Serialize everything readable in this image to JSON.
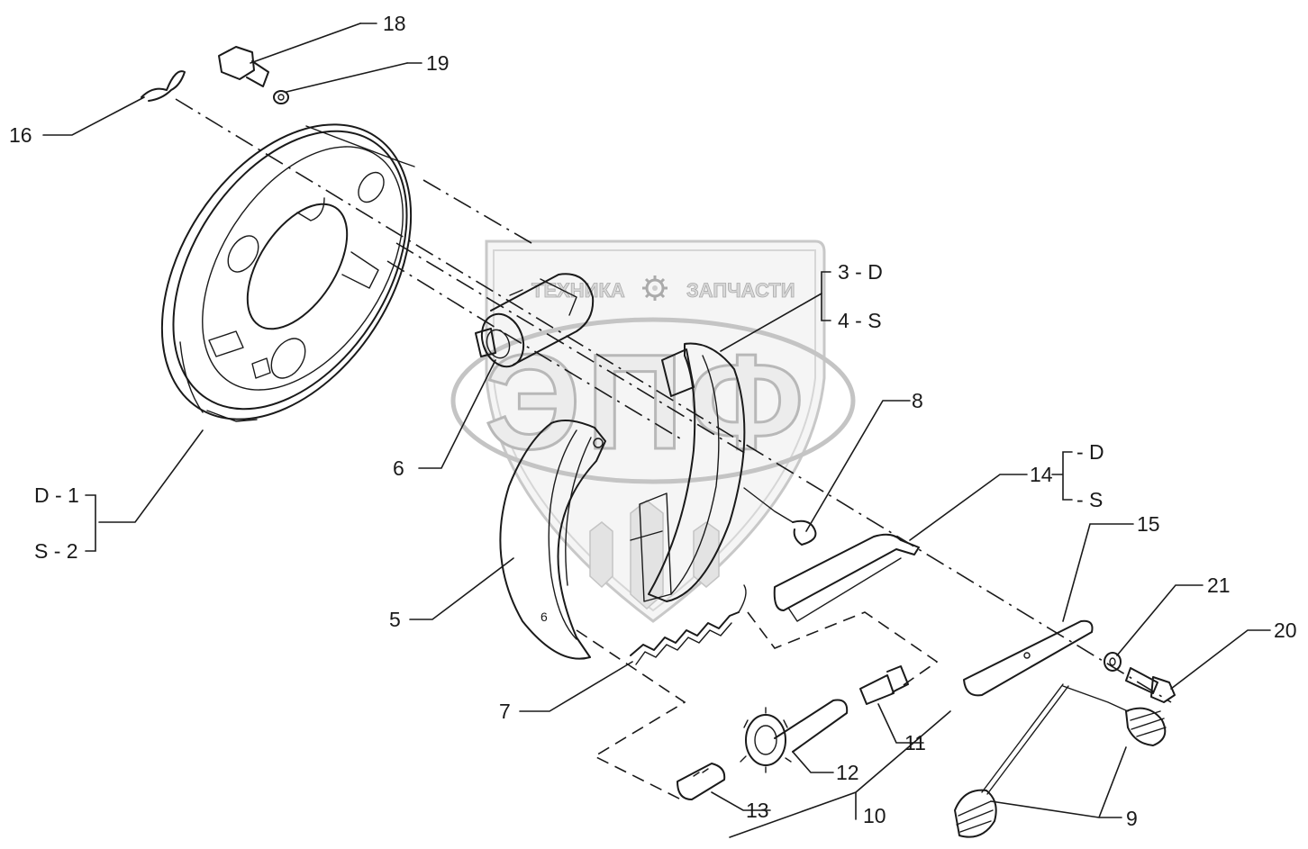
{
  "watermark": {
    "line_left": "ТЕХНИКА",
    "line_right": "ЗАПЧАСТИ",
    "logo": "ЭПФ",
    "gear_icon": "gear-icon"
  },
  "callouts": {
    "p1": "D - 1",
    "p2": "S - 2",
    "p3": "3 - D",
    "p4": "4 - S",
    "p5": "5",
    "p6": "6",
    "p7": "7",
    "p8": "8",
    "p9": "9",
    "p10": "10",
    "p11": "11",
    "p12": "12",
    "p13": "13",
    "p14": "14",
    "p14d": "- D",
    "p14s": "- S",
    "p15": "15",
    "p16": "16",
    "p18": "18",
    "p19": "19",
    "p20": "20",
    "p21": "21"
  }
}
